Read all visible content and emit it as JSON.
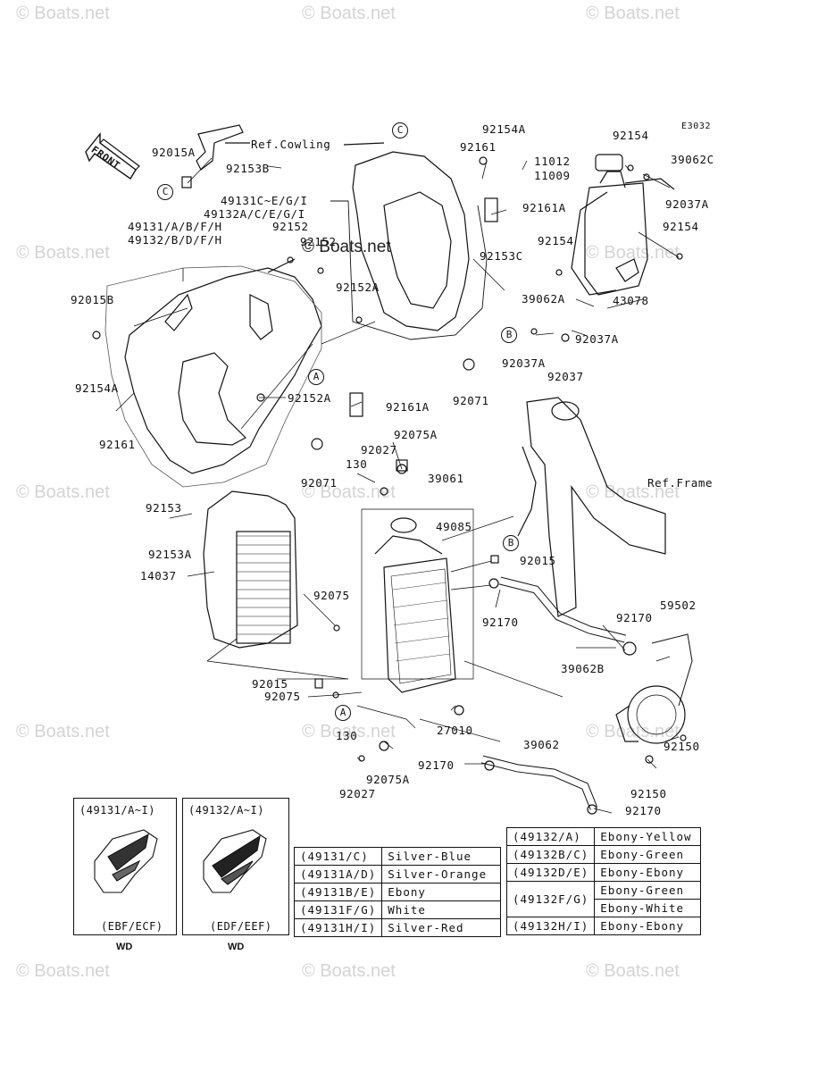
{
  "diagram_code": "E3032",
  "watermark": "© Boats.net",
  "front_label": "FRONT",
  "refs": {
    "cowling": "Ref.Cowling",
    "frame": "Ref.Frame"
  },
  "callouts": {
    "a": "A",
    "b": "B",
    "c": "C"
  },
  "parts": [
    "92015A",
    "92153B",
    "49131C~E/G/I",
    "49132A/C/E/G/I",
    "49131/A/B/F/H",
    "49132/B/D/F/H",
    "92152",
    "92152",
    "92015B",
    "92152A",
    "92154A",
    "92161",
    "92153",
    "92153A",
    "14037",
    "92152A",
    "92161A",
    "92071",
    "92027",
    "130",
    "92075A",
    "39061",
    "49085",
    "92015",
    "92075",
    "92170",
    "92015",
    "92075",
    "27010",
    "130",
    "92027",
    "92075A",
    "92170",
    "39062",
    "92170",
    "92154A",
    "92161",
    "92161A",
    "92153C",
    "92071",
    "92154",
    "39062C",
    "11012",
    "11009",
    "92037A",
    "92154",
    "92154",
    "43078",
    "39062A",
    "92037A",
    "92037",
    "59502",
    "92170",
    "39062B",
    "92150",
    "92150"
  ],
  "variant_boxes": [
    {
      "header": "(49131/A~I)",
      "code": "(EBF/ECF)",
      "region": "WD"
    },
    {
      "header": "(49132/A~I)",
      "code": "(EDF/EEF)",
      "region": "WD"
    }
  ],
  "color_table_49131": [
    {
      "part": "(49131/C)",
      "color": "Silver-Blue"
    },
    {
      "part": "(49131A/D)",
      "color": "Silver-Orange"
    },
    {
      "part": "(49131B/E)",
      "color": "Ebony"
    },
    {
      "part": "(49131F/G)",
      "color": "White"
    },
    {
      "part": "(49131H/I)",
      "color": "Silver-Red"
    }
  ],
  "color_table_49132": [
    {
      "part": "(49132/A)",
      "color": "Ebony-Yellow"
    },
    {
      "part": "(49132B/C)",
      "color": "Ebony-Green"
    },
    {
      "part": "(49132D/E)",
      "color": "Ebony-Ebony"
    },
    {
      "part": "(49132F/G)",
      "colors": [
        "Ebony-Green",
        "Ebony-White"
      ]
    },
    {
      "part": "(49132H/I)",
      "color": "Ebony-Ebony"
    }
  ]
}
